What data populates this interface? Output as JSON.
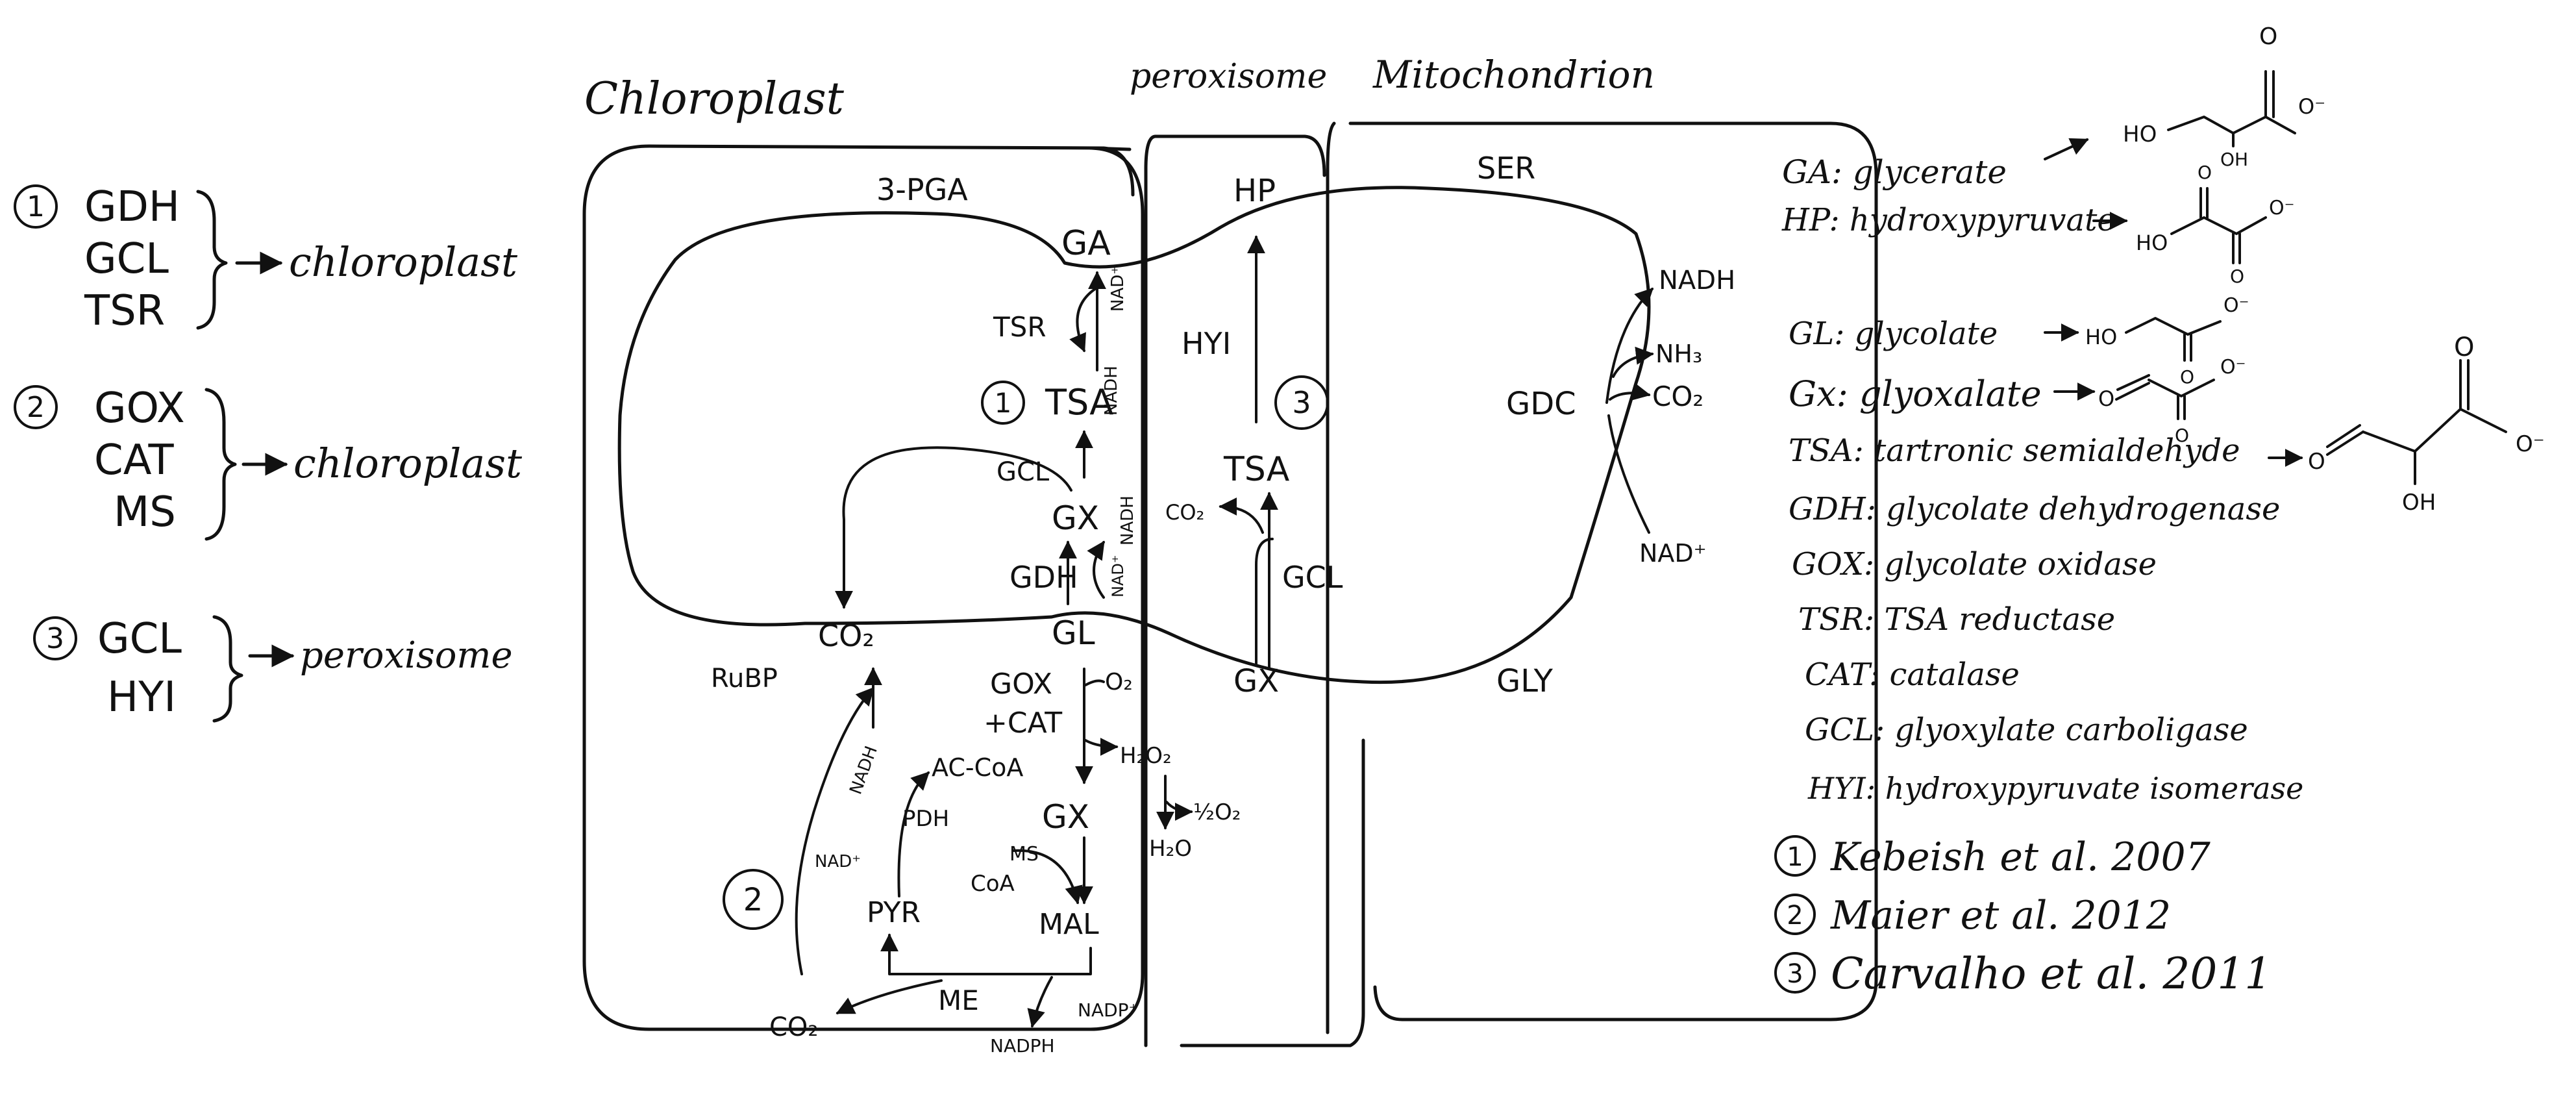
{
  "compartments": {
    "chloroplast": "Chloroplast",
    "peroxisome": "peroxisome",
    "mitochondrion": "Mitochondrion"
  },
  "groups": [
    {
      "num": "1",
      "enzymes": [
        "GDH",
        "GCL",
        "TSR"
      ],
      "target": "chloroplast"
    },
    {
      "num": "2",
      "enzymes": [
        "GOX",
        "CAT",
        "MS"
      ],
      "target": "chloroplast"
    },
    {
      "num": "3",
      "enzymes": [
        "GCL",
        "HYI"
      ],
      "target": "peroxisome"
    }
  ],
  "metabolites": {
    "pga": "3-PGA",
    "ga": "GA",
    "tsa_c": "TSA",
    "gx_c": "GX",
    "gl": "GL",
    "co2_c": "CO₂",
    "rubp": "RuBP",
    "gox": "GOX",
    "cat": "+CAT",
    "o2": "O₂",
    "h2o2": "H₂O₂",
    "half_o2": "½O₂",
    "h2o": "H₂O",
    "gx_c2": "GX",
    "accoa": "AC-CoA",
    "pdh": "PDH",
    "coa": "CoA",
    "ms": "MS",
    "pyr": "PYR",
    "mal": "MAL",
    "me": "ME",
    "co2_me": "CO₂",
    "nadph": "NADPH",
    "nadp": "NADP⁺",
    "nadh_l": "NADH",
    "nad_l": "NAD⁺",
    "tsr": "TSR",
    "gdh": "GDH",
    "gcl_c": "GCL",
    "nadh_tsr": "NADH",
    "nad_tsr": "NAD⁺",
    "nadh_gdh": "NADH",
    "nad_gdh": "NAD⁺",
    "hp": "HP",
    "hyi": "HYI",
    "tsa_p": "TSA",
    "co2_p": "CO₂",
    "gcl_p": "GCL",
    "gx_p": "GX",
    "ser": "SER",
    "gly": "GLY",
    "gdc": "GDC",
    "nadh_m": "NADH",
    "nh3": "NH₃",
    "co2_m": "CO₂",
    "nad_m": "NAD⁺"
  },
  "circled": {
    "c1": "1",
    "c3": "3",
    "c2": "2"
  },
  "legend": [
    "GA: glycerate",
    "HP: hydroxypyruvate",
    "GL: glycolate",
    "Gx: glyoxalate",
    "TSA: tartronic semialdehyde",
    "GDH: glycolate dehydrogenase",
    "GOX: glycolate oxidase",
    "TSR: TSA reductase",
    "CAT: catalase",
    "GCL: glyoxylate carboligase",
    "HYI: hydroxypyruvate isomerase"
  ],
  "structures": {
    "ga": [
      "HO",
      "OH",
      "O",
      "O⁻"
    ],
    "hp": [
      "HO",
      "O",
      "O",
      "O⁻"
    ],
    "gl": [
      "HO",
      "O",
      "O⁻"
    ],
    "gx": [
      "O",
      "O",
      "O⁻"
    ],
    "tsa": [
      "O",
      "OH",
      "O",
      "O⁻"
    ]
  },
  "references": [
    {
      "num": "1",
      "text": "Kebeish et al. 2007"
    },
    {
      "num": "2",
      "text": "Maier et al. 2012"
    },
    {
      "num": "3",
      "text": "Carvalho et al. 2011"
    }
  ],
  "colors": {
    "ink": "#111111",
    "background": "#ffffff"
  }
}
